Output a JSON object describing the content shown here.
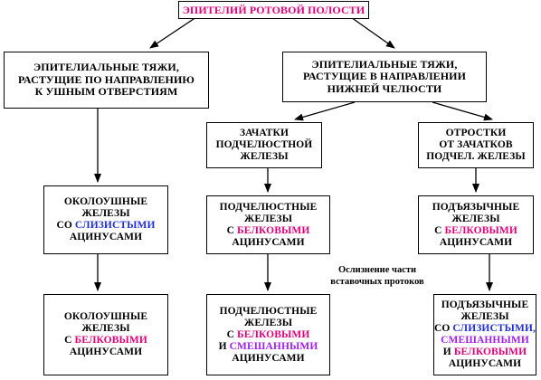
{
  "title": "ЭПИТЕЛИЙ РОТОВОЙ ПОЛОСТИ",
  "ear_cords": [
    "ЭПИТЕЛИАЛЬНЫЕ ТЯЖИ,",
    "РАСТУЩИЕ ПО НАПРАВЛЕНИЮ",
    "К УШНЫМ ОТВЕРСТИЯМ"
  ],
  "jaw_cords": [
    "ЭПИТЕЛИАЛЬНЫЕ ТЯЖИ,",
    "РАСТУЩИЕ В НАПРАВЛЕНИИ",
    "НИЖНЕЙ ЧЕЛЮСТИ"
  ],
  "submandibular_buds": [
    "ЗАЧАТКИ",
    "ПОДЧЕЛЮСТНОЙ",
    "ЖЕЛЕЗЫ"
  ],
  "offshoots": [
    "ОТРОСТКИ",
    "ОТ ЗАЧАТКОВ",
    "ПОДЧЕЛ. ЖЕЛЕЗЫ"
  ],
  "parotid_1": {
    "l1": "ОКОЛОУШНЫЕ",
    "l2": "ЖЕЛЕЗЫ",
    "l3_pre": "СО ",
    "l3_col": "СЛИЗИСТЫМИ",
    "l4": "АЦИНУСАМИ"
  },
  "submand_1": {
    "l1": "ПОДЧЕЛЮСТНЫЕ",
    "l2": "ЖЕЛЕЗЫ",
    "l3_pre": "С ",
    "l3_col": "БЕЛКОВЫМИ",
    "l4": "АЦИНУСАМИ"
  },
  "subling_1": {
    "l1": "ПОДЪЯЗЫЧНЫЕ",
    "l2": "ЖЕЛЕЗЫ",
    "l3_pre": "С ",
    "l3_col": "БЕЛКОВЫМИ",
    "l4": "АЦИНУСАМИ"
  },
  "parotid_2": {
    "l1": "ОКОЛОУШНЫЕ",
    "l2": "ЖЕЛЕЗЫ",
    "l3_pre": "С ",
    "l3_col": "БЕЛКОВЫМИ",
    "l4": "АЦИНУСАМИ"
  },
  "submand_2": {
    "l1": "ПОДЧЕЛЮСТНЫЕ",
    "l2": "ЖЕЛЕЗЫ",
    "l3_pre": "С ",
    "l3_col": "БЕЛКОВЫМИ",
    "l4_pre": "И ",
    "l4_col": "СМЕШАННЫМИ",
    "l5": "АЦИНУСАМИ"
  },
  "subling_2": {
    "l1": "ПОДЪЯЗЫЧНЫЕ",
    "l2": "ЖЕЛЕЗЫ",
    "l3_pre": "СО ",
    "l3_col": "СЛИЗИСТЫМИ,",
    "l4": "СМЕШАННЫМИ",
    "l5_pre": "И ",
    "l5_col": "БЕЛКОВЫМИ",
    "l6": "АЦИНУСАМИ"
  },
  "note": [
    "Ослизнение части",
    "вставочных протоков"
  ],
  "colors": {
    "mucous": "#1f2fd8",
    "protein": "#e4007c",
    "mixed": "#a020f0",
    "title": "#e4007c"
  }
}
